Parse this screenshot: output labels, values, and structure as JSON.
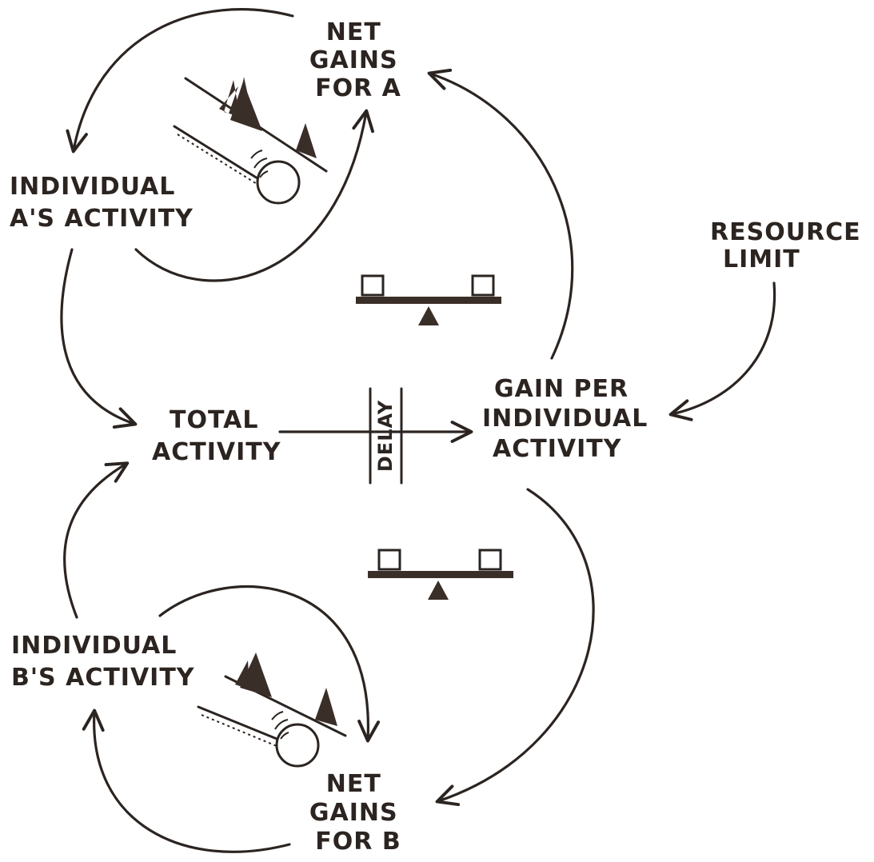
{
  "nodes": {
    "net_gains_a": [
      "NET",
      "GAINS",
      "FOR A"
    ],
    "individual_a": [
      "INDIVIDUAL",
      "A'S ACTIVITY"
    ],
    "resource_limit": [
      "RESOURCE",
      "LIMIT"
    ],
    "total_activity": [
      "TOTAL",
      "ACTIVITY"
    ],
    "delay": "DELAY",
    "gain_per_activity": [
      "GAIN PER",
      "INDIVIDUAL",
      "ACTIVITY"
    ],
    "individual_b": [
      "INDIVIDUAL",
      "B'S ACTIVITY"
    ],
    "net_gains_b": [
      "NET",
      "GAINS",
      "FOR B"
    ]
  },
  "icons": {
    "loop_top": "snowball-rolling-downhill-icon",
    "loop_bottom": "snowball-rolling-downhill-icon",
    "balance_top": "balance-seesaw-icon",
    "balance_bottom": "balance-seesaw-icon"
  },
  "colors": {
    "ink": "#2b2420",
    "paper": "#ffffff"
  }
}
